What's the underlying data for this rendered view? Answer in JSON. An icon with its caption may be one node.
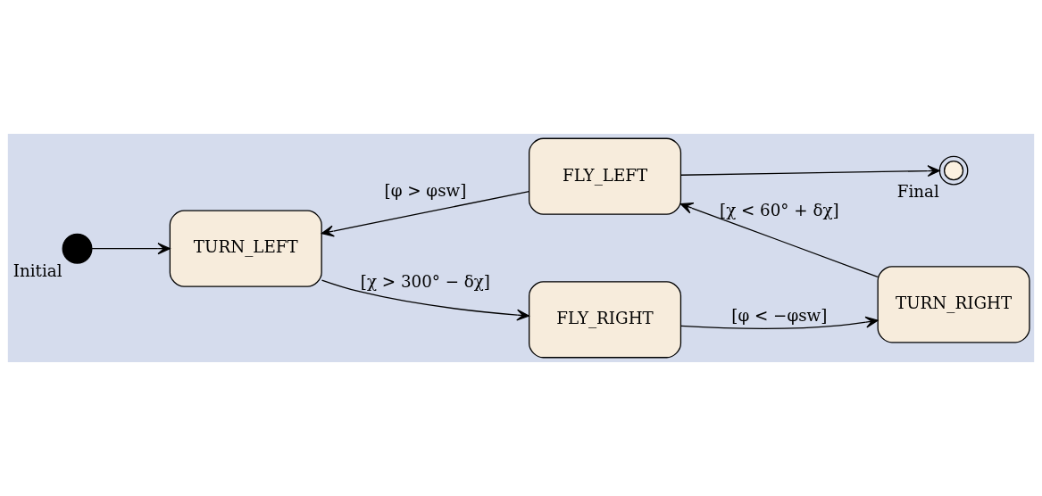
{
  "diagram": {
    "nodes": [
      {
        "text": [],
        "shape": "circle",
        "beside": [
          "Initial"
        ]
      },
      {
        "text": [],
        "shape": "circle",
        "beside": [
          "Final"
        ]
      },
      {
        "text": [
          "FLY_LEFT"
        ]
      },
      {
        "text": [
          "TURN_LEFT"
        ]
      },
      {
        "text": [
          "TURN_RIGHT"
        ]
      },
      {
        "text": [
          "FLY_RIGHT"
        ]
      }
    ],
    "edges": [
      {
        "from": 0,
        "to": 3,
        "arrow": "to"
      },
      {
        "from": 2,
        "to": 1,
        "arrow": "to"
      },
      {
        "from": 2,
        "to": 3,
        "arrow": "to",
        "label": "[φ > φsw]"
      },
      {
        "from": 4,
        "to": 2,
        "arrow": "to",
        "label": "[χ < 60° + δχ]"
      },
      {
        "from": 3,
        "to": 5,
        "arrow": "to",
        "label": "[χ > 300° − δχ]"
      },
      {
        "from": 5,
        "to": 4,
        "arrow": "to",
        "label": "[φ < −φsw]"
      }
    ]
  }
}
